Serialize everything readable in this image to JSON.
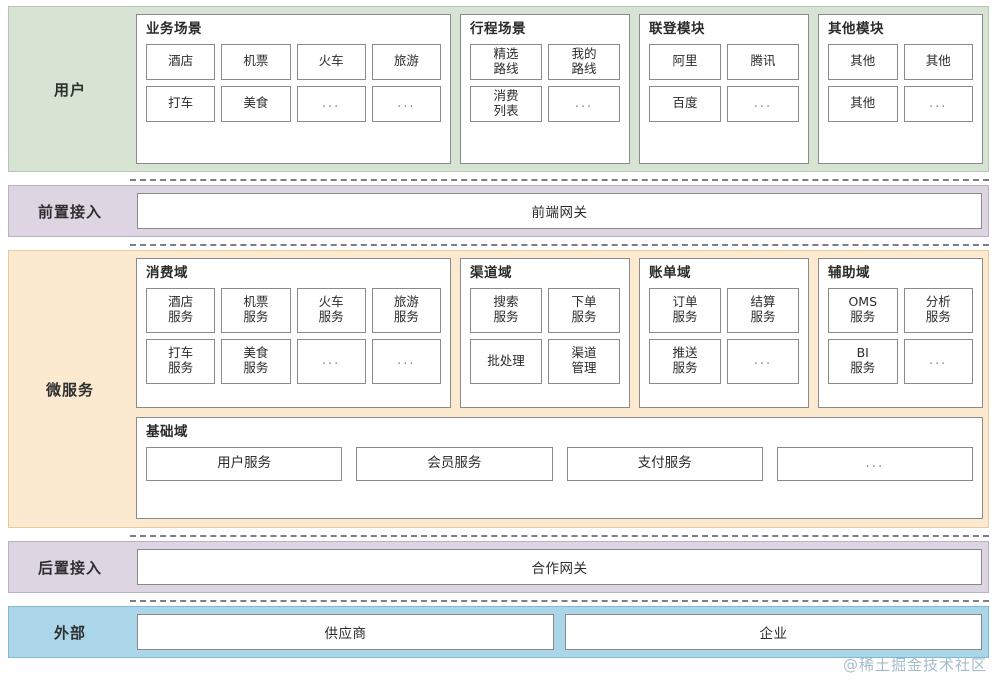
{
  "layers": [
    {
      "id": "user",
      "label": "用户",
      "bg": "#d7e4d4",
      "panels": [
        {
          "title": "业务场景",
          "cells": [
            "酒店",
            "机票",
            "火车",
            "旅游",
            "打车",
            "美食",
            "...",
            "..."
          ]
        },
        {
          "title": "行程场景",
          "cells": [
            "精选\n路线",
            "我的\n路线",
            "消费\n列表",
            "..."
          ]
        },
        {
          "title": "联登模块",
          "cells": [
            "阿里",
            "腾讯",
            "百度",
            "..."
          ]
        },
        {
          "title": "其他模块",
          "cells": [
            "其他",
            "其他",
            "其他",
            "..."
          ]
        }
      ]
    },
    {
      "id": "front-access",
      "label": "前置接入",
      "bg": "#ded5e3",
      "gateway": "前端网关"
    },
    {
      "id": "microservice",
      "label": "微服务",
      "bg": "#fcead0",
      "domains": [
        {
          "title": "消费域",
          "cells": [
            "酒店\n服务",
            "机票\n服务",
            "火车\n服务",
            "旅游\n服务",
            "打车\n服务",
            "美食\n服务",
            "...",
            "..."
          ]
        },
        {
          "title": "渠道域",
          "cells": [
            "搜索\n服务",
            "下单\n服务",
            "批处理",
            "渠道\n管理"
          ]
        },
        {
          "title": "账单域",
          "cells": [
            "订单\n服务",
            "结算\n服务",
            "推送\n服务",
            "..."
          ]
        },
        {
          "title": "辅助域",
          "cells": [
            "OMS\n服务",
            "分析\n服务",
            "BI\n服务",
            "..."
          ]
        }
      ],
      "base_domain": {
        "title": "基础域",
        "cells": [
          "用户服务",
          "会员服务",
          "支付服务",
          "..."
        ]
      }
    },
    {
      "id": "back-access",
      "label": "后置接入",
      "bg": "#ded5e3",
      "gateway": "合作网关"
    },
    {
      "id": "external",
      "label": "外部",
      "bg": "#abd6ea",
      "bars": [
        "供应商",
        "企业"
      ]
    }
  ],
  "watermark": "@稀土掘金技术社区"
}
